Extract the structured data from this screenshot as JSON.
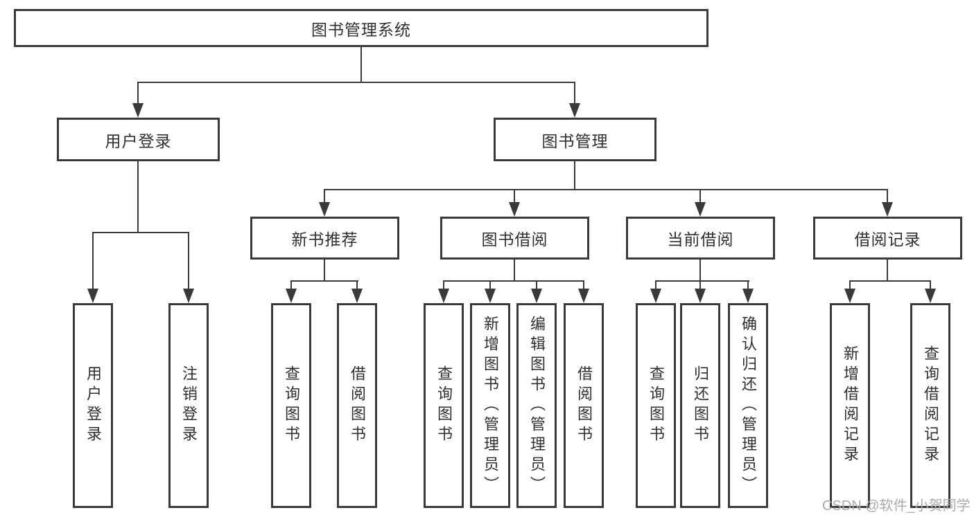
{
  "nodes": {
    "root": "图书管理系统",
    "branches": [
      {
        "label": "用户登录",
        "leaves": [
          "用户登录",
          "注销登录"
        ]
      },
      {
        "label": "图书管理",
        "groups": [
          {
            "label": "新书推荐",
            "leaves": [
              "查询图书",
              "借阅图书"
            ]
          },
          {
            "label": "图书借阅",
            "leaves": [
              "查询图书",
              "新增图书（管理员）",
              "编辑图书（管理员）",
              "借阅图书"
            ]
          },
          {
            "label": "当前借阅",
            "leaves": [
              "查询图书",
              "归还图书",
              "确认归还（管理员）"
            ]
          },
          {
            "label": "借阅记录",
            "leaves": [
              "新增借阅记录",
              "查询借阅记录"
            ]
          }
        ]
      }
    ]
  },
  "watermark": {
    "text": "CSDN @软件_小贺同学"
  },
  "colors": {
    "line": "#3a3a3a",
    "text": "#2f2f2f",
    "watermark": "#ababab",
    "background": "#ffffff"
  }
}
